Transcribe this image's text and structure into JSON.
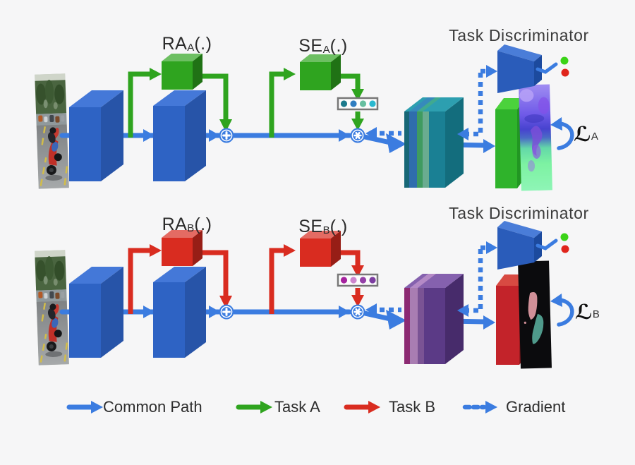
{
  "figure": {
    "background_color": "#f6f6f7",
    "common_path_color": "#3b7ce0",
    "rows": [
      {
        "task": "A",
        "ra_label": {
          "base": "RA",
          "sub": "A",
          "suffix": "(.)"
        },
        "se_label": {
          "base": "SE",
          "sub": "A",
          "suffix": "(.)"
        },
        "discriminator_title": "Task Discriminator",
        "loss": {
          "symbol": "ℒ",
          "sub": "A"
        },
        "path_color": "#2fa41f",
        "se_gate_dot_colors": [
          "#1b7a8c",
          "#2f7dc0",
          "#66bfa0",
          "#2ab8cf"
        ],
        "feature_stack_color": "#1a8094",
        "head_color": "#2fb32b"
      },
      {
        "task": "B",
        "ra_label": {
          "base": "RA",
          "sub": "B",
          "suffix": "(.)"
        },
        "se_label": {
          "base": "SE",
          "sub": "B",
          "suffix": "(.)"
        },
        "discriminator_title": "Task Discriminator",
        "loss": {
          "symbol": "ℒ",
          "sub": "B"
        },
        "path_color": "#d92c20",
        "se_gate_dot_colors": [
          "#a5229e",
          "#cc85ce",
          "#9440a8",
          "#7c3da0"
        ],
        "feature_stack_color": "#5b3a86",
        "head_color": "#c3232a"
      }
    ],
    "operator_nodes": {
      "add": "plus-in-circle",
      "multiply": "asterisk-in-circle"
    },
    "discriminator_output_dots": {
      "top_color": "#3bd318",
      "bottom_color": "#e0251c"
    },
    "legend": [
      {
        "label": "Common Path",
        "color": "#3b7ce0",
        "style": "solid"
      },
      {
        "label": "Task A",
        "color": "#2fa41f",
        "style": "solid"
      },
      {
        "label": "Task B",
        "color": "#d92c20",
        "style": "solid"
      },
      {
        "label": "Gradient",
        "color": "#3b7ce0",
        "style": "dashed"
      }
    ]
  }
}
